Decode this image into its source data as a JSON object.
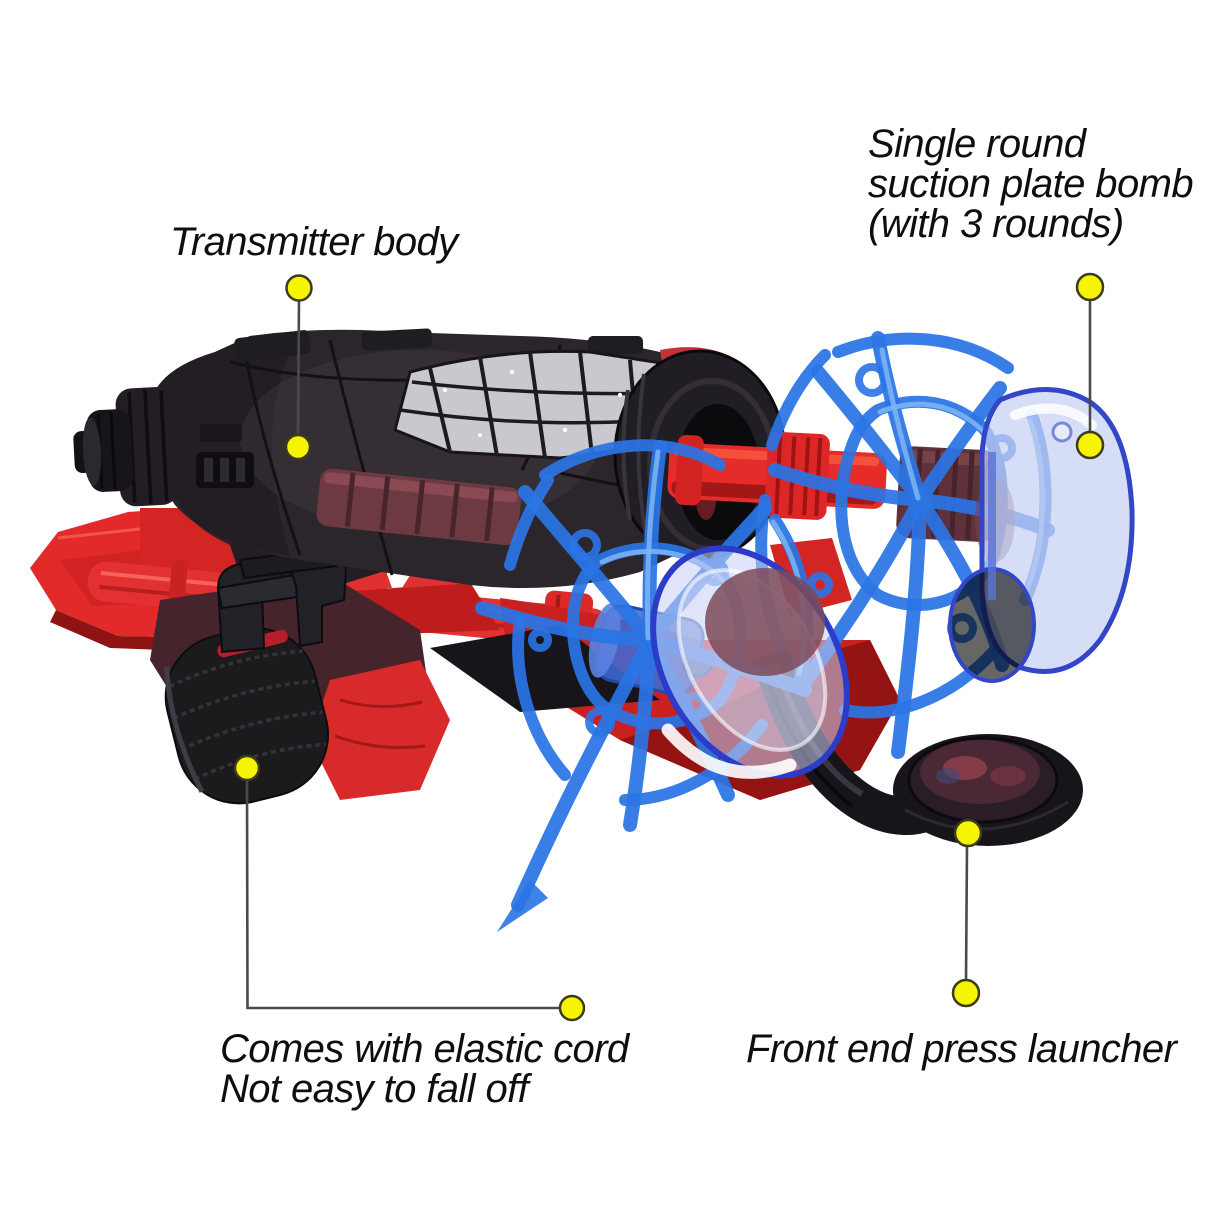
{
  "page": {
    "background": "#ffffff",
    "description_labels_language": "en"
  },
  "annotations": {
    "callouts": [
      {
        "id": "transmitter-body",
        "text": "Transmitter body"
      },
      {
        "id": "suction-plate-bomb",
        "text": "Single round\nsuction plate bomb\n(with 3 rounds)"
      },
      {
        "id": "elastic-cord",
        "text": "Comes with elastic cord\nNot easy to fall off"
      },
      {
        "id": "front-press-launcher",
        "text": "Front end press launcher"
      }
    ],
    "marker_icon": "yellow-dot-icon"
  },
  "palette": {
    "dot-yellow": "#f7f400",
    "dot-stroke": "#3c3c22",
    "line-gray": "#4a4a4a",
    "web-blue": "#2a74e4",
    "toy-red": "#e22a2a",
    "toy-dark-red": "#8e1414",
    "toy-black": "#2b252c",
    "toy-silver": "#c9c8cf",
    "toy-maroon": "#5f323b",
    "cup-translucent-blue": "#c6d0f2",
    "text-black": "#0e0e0e"
  },
  "product": {
    "parts": [
      "launcher-body",
      "muzzle",
      "silver-web-panel",
      "barrel-ring",
      "red-base-wing",
      "red-rail-rod",
      "elastic-strap",
      "strap-clips",
      "red-dart-shaft",
      "maroon-dart-cylinder",
      "web-disc-right",
      "suction-cup-right",
      "web-disc-center",
      "suction-cup-bottom",
      "launcher-arm",
      "press-button-disc"
    ]
  }
}
